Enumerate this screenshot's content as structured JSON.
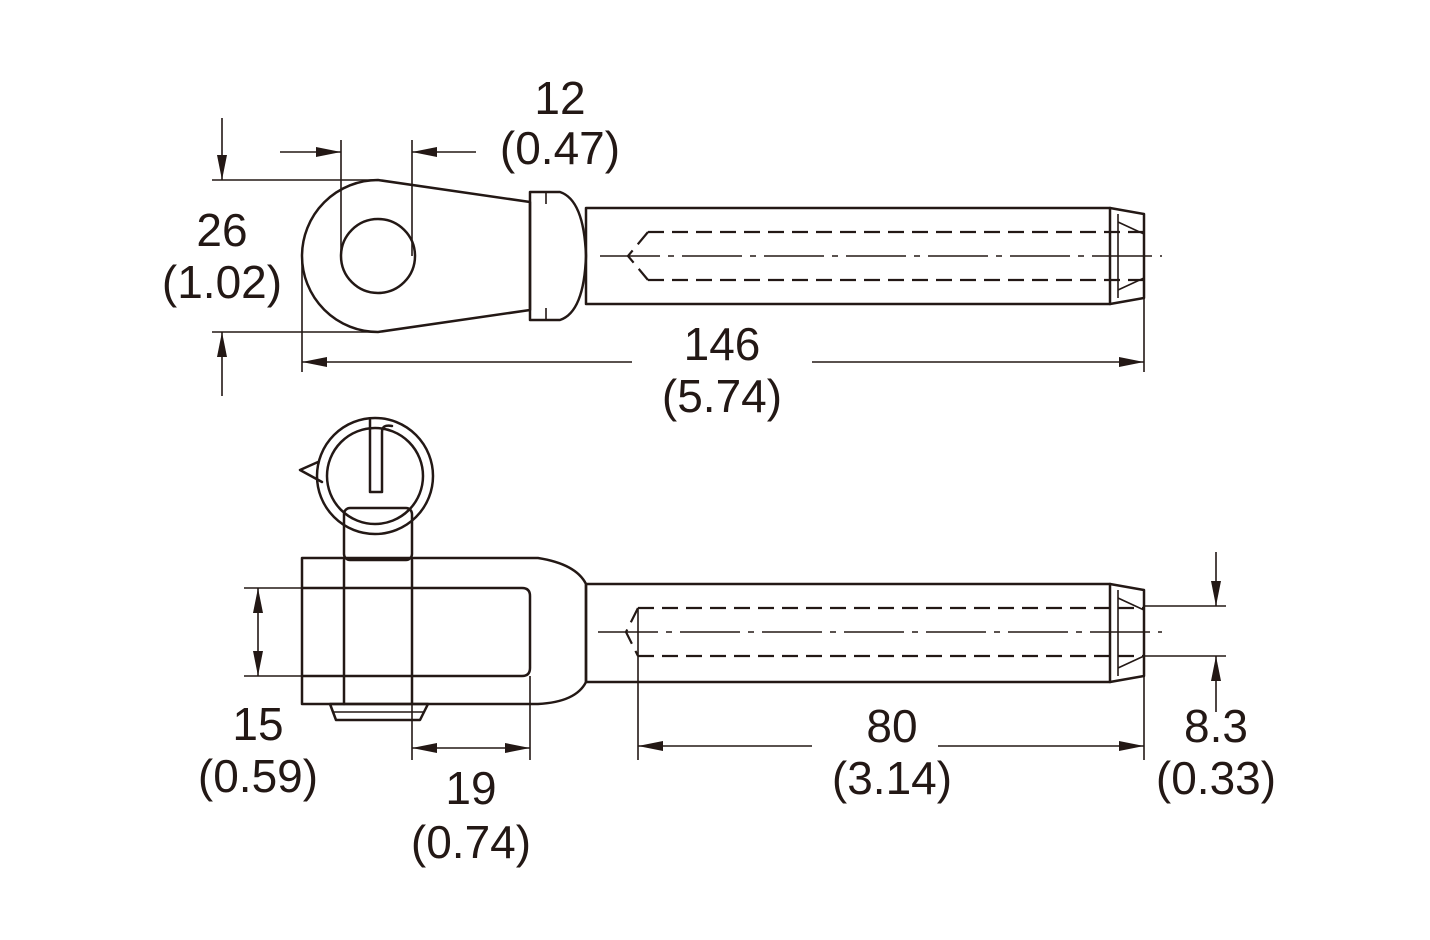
{
  "dimensions": {
    "eye_hole": {
      "value": "12",
      "inch": "(0.47)"
    },
    "eye_width": {
      "value": "26",
      "inch": "(1.02)"
    },
    "overall_length": {
      "value": "146",
      "inch": "(5.74)"
    },
    "jaw_gap": {
      "value": "15",
      "inch": "(0.59)"
    },
    "jaw_depth": {
      "value": "19",
      "inch": "(0.74)"
    },
    "thread_length": {
      "value": "80",
      "inch": "(3.14)"
    },
    "bore_diameter": {
      "value": "8.3",
      "inch": "(0.33)"
    }
  },
  "colors": {
    "line": "#231815",
    "background": "#ffffff"
  }
}
